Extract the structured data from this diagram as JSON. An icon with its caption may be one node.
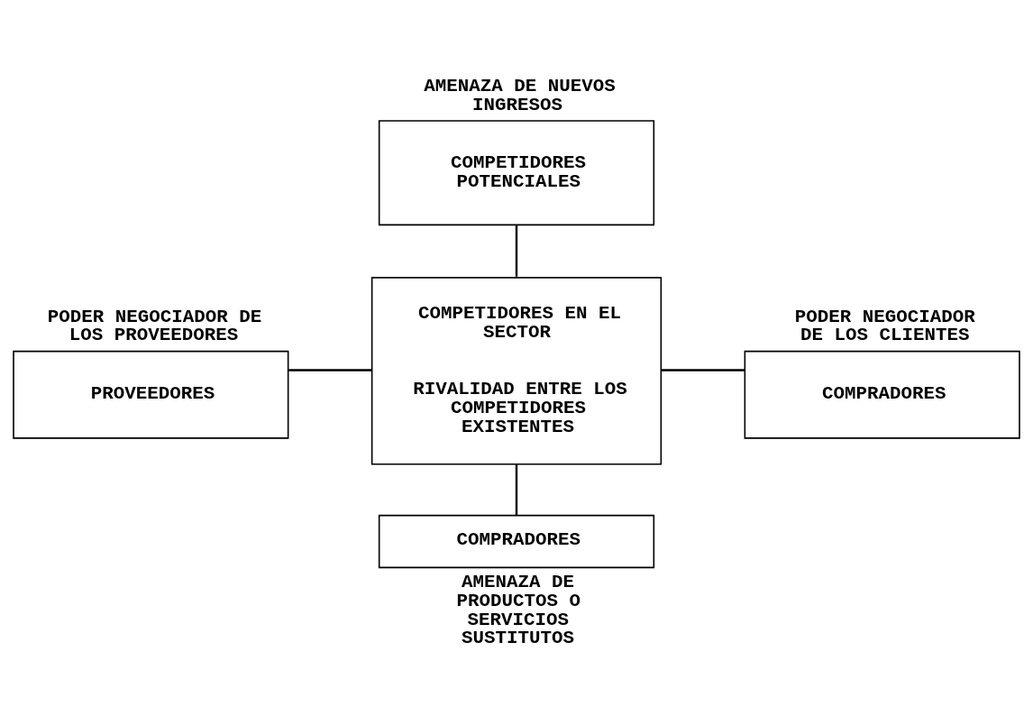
{
  "diagram": {
    "nodes": [
      {
        "text": [
          "AMENAZA DE NUEVOS INGRESOS",
          "COMPETIDORES POTENCIALES"
        ]
      },
      {
        "text": [
          "PODER NEGOCIADOR DE LOS PROVEEDORES",
          "PROVEEDORES"
        ]
      },
      {
        "text": [
          "COMPETIDORES EN EL SECTOR",
          "RIVALIDAD ENTRE LOS COMPETIDORES EXISTENTES"
        ]
      },
      {
        "text": [
          "PODER NEGOCIADOR DE LOS CLIENTES",
          "COMPRADORES"
        ]
      },
      {
        "text": [
          "COMPRADORES",
          "AMENAZA DE PRODUCTOS O SERVICIOS SUSTITUTOS"
        ]
      }
    ],
    "edges": [
      {
        "from": 0,
        "to": 2,
        "arrow": "none"
      },
      {
        "from": 1,
        "to": 2,
        "arrow": "none"
      },
      {
        "from": 2,
        "to": 3,
        "arrow": "none"
      },
      {
        "from": 2,
        "to": 4,
        "arrow": "none"
      }
    ]
  }
}
